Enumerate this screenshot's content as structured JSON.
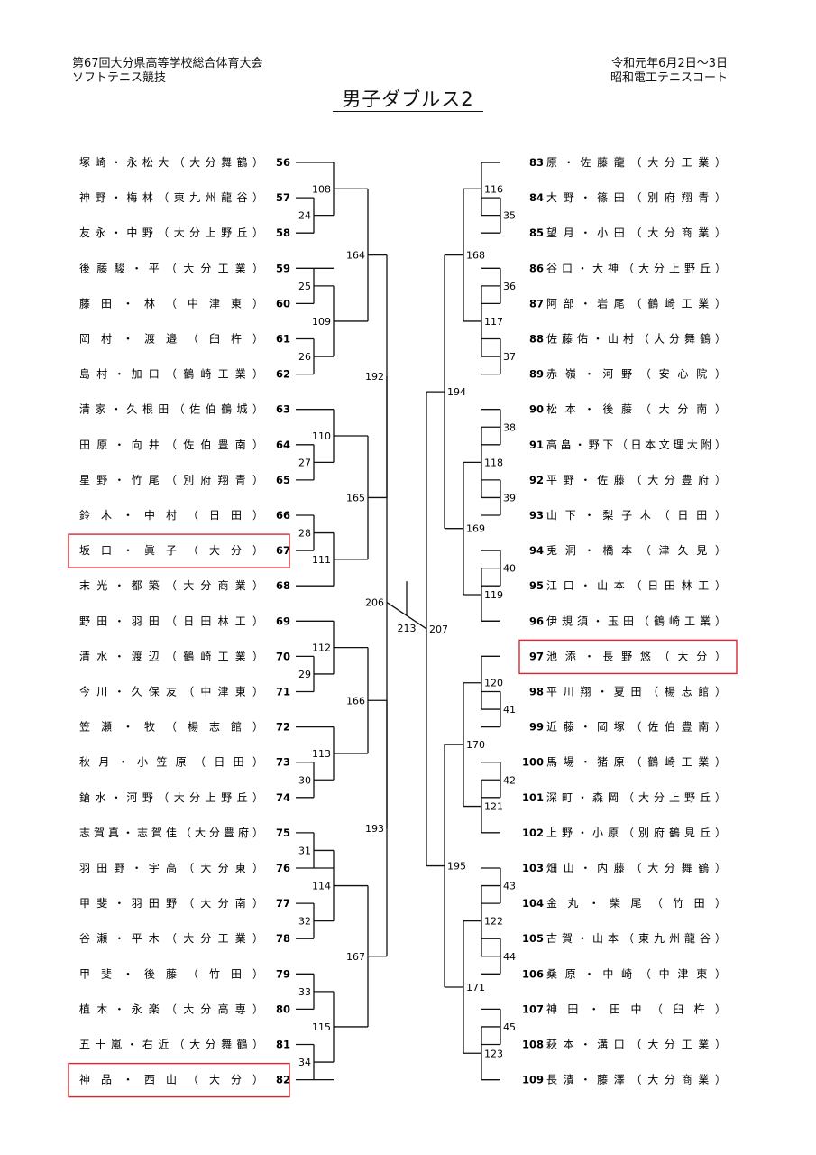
{
  "header": {
    "left_line1": "第67回大分県高等学校総合体育大会",
    "left_line2": "ソフトテニス競技",
    "right_line1": "令和元年6月2日～3日",
    "right_line2": "昭和電工テニスコート"
  },
  "title": "男子ダブルス2",
  "highlight_color": "#d9272e",
  "left_players": [
    {
      "num": "56",
      "pair": "塚崎・永松大",
      "school": "大分舞鶴"
    },
    {
      "num": "57",
      "pair": "神野・梅林",
      "school": "東九州龍谷"
    },
    {
      "num": "58",
      "pair": "友永・中野",
      "school": "大分上野丘"
    },
    {
      "num": "59",
      "pair": "後藤駿・平",
      "school": "大分工業"
    },
    {
      "num": "60",
      "pair": "藤田・林",
      "school": "中津東"
    },
    {
      "num": "61",
      "pair": "岡村・渡邉",
      "school": "臼杵"
    },
    {
      "num": "62",
      "pair": "島村・加口",
      "school": "鶴崎工業"
    },
    {
      "num": "63",
      "pair": "清家・久根田",
      "school": "佐伯鶴城"
    },
    {
      "num": "64",
      "pair": "田原・向井",
      "school": "佐伯豊南"
    },
    {
      "num": "65",
      "pair": "星野・竹尾",
      "school": "別府翔青"
    },
    {
      "num": "66",
      "pair": "鈴木・中村",
      "school": "日田"
    },
    {
      "num": "67",
      "pair": "坂口・眞子",
      "school": "大分",
      "highlight": true
    },
    {
      "num": "68",
      "pair": "末光・都築",
      "school": "大分商業"
    },
    {
      "num": "69",
      "pair": "野田・羽田",
      "school": "日田林工"
    },
    {
      "num": "70",
      "pair": "清水・渡辺",
      "school": "鶴崎工業"
    },
    {
      "num": "71",
      "pair": "今川・久保友",
      "school": "中津東"
    },
    {
      "num": "72",
      "pair": "笠瀬・牧",
      "school": "楊志館"
    },
    {
      "num": "73",
      "pair": "秋月・小笠原",
      "school": "日田"
    },
    {
      "num": "74",
      "pair": "鎗水・河野",
      "school": "大分上野丘"
    },
    {
      "num": "75",
      "pair": "志賀真・志賀佳",
      "school": "大分豊府"
    },
    {
      "num": "76",
      "pair": "羽田野・宇高",
      "school": "大分東"
    },
    {
      "num": "77",
      "pair": "甲斐・羽田野",
      "school": "大分南"
    },
    {
      "num": "78",
      "pair": "谷瀬・平木",
      "school": "大分工業"
    },
    {
      "num": "79",
      "pair": "甲斐・後藤",
      "school": "竹田"
    },
    {
      "num": "80",
      "pair": "植木・永楽",
      "school": "大分高専"
    },
    {
      "num": "81",
      "pair": "五十嵐・右近",
      "school": "大分舞鶴"
    },
    {
      "num": "82",
      "pair": "神品・西山",
      "school": "大分",
      "highlight": true
    }
  ],
  "right_players": [
    {
      "num": "83",
      "pair": "原・佐藤龍",
      "school": "大分工業"
    },
    {
      "num": "84",
      "pair": "大野・篠田",
      "school": "別府翔青"
    },
    {
      "num": "85",
      "pair": "望月・小田",
      "school": "大分商業"
    },
    {
      "num": "86",
      "pair": "谷口・大神",
      "school": "大分上野丘"
    },
    {
      "num": "87",
      "pair": "阿部・岩尾",
      "school": "鶴崎工業"
    },
    {
      "num": "88",
      "pair": "佐藤佑・山村",
      "school": "大分舞鶴"
    },
    {
      "num": "89",
      "pair": "赤嶺・河野",
      "school": "安心院"
    },
    {
      "num": "90",
      "pair": "松本・後藤",
      "school": "大分南"
    },
    {
      "num": "91",
      "pair": "高畠・野下",
      "school": "日本文理大附"
    },
    {
      "num": "92",
      "pair": "平野・佐藤",
      "school": "大分豊府"
    },
    {
      "num": "93",
      "pair": "山下・梨子木",
      "school": "日田"
    },
    {
      "num": "94",
      "pair": "兎洞・橋本",
      "school": "津久見"
    },
    {
      "num": "95",
      "pair": "江口・山本",
      "school": "日田林工"
    },
    {
      "num": "96",
      "pair": "伊規須・玉田",
      "school": "鶴崎工業"
    },
    {
      "num": "97",
      "pair": "池添・長野悠",
      "school": "大分",
      "highlight": true
    },
    {
      "num": "98",
      "pair": "平川翔・夏田",
      "school": "楊志館"
    },
    {
      "num": "99",
      "pair": "近藤・岡塚",
      "school": "佐伯豊南"
    },
    {
      "num": "100",
      "pair": "馬場・猪原",
      "school": "鶴崎工業"
    },
    {
      "num": "101",
      "pair": "深町・森岡",
      "school": "大分上野丘"
    },
    {
      "num": "102",
      "pair": "上野・小原",
      "school": "別府鶴見丘"
    },
    {
      "num": "103",
      "pair": "畑山・内藤",
      "school": "大分舞鶴"
    },
    {
      "num": "104",
      "pair": "金丸・柴尾",
      "school": "竹田"
    },
    {
      "num": "105",
      "pair": "古賀・山本",
      "school": "東九州龍谷"
    },
    {
      "num": "106",
      "pair": "桑原・中崎",
      "school": "中津東"
    },
    {
      "num": "107",
      "pair": "神田・田中",
      "school": "臼杵"
    },
    {
      "num": "108",
      "pair": "萩本・溝口",
      "school": "大分工業"
    },
    {
      "num": "109",
      "pair": "長濱・藤澤",
      "school": "大分商業"
    }
  ],
  "left_matches": {
    "r1": [
      "24",
      "25",
      "26",
      "27",
      "28",
      "29",
      "30",
      "31",
      "32",
      "33",
      "34"
    ],
    "r2": [
      "108",
      "109",
      "110",
      "111",
      "112",
      "113",
      "114",
      "115"
    ],
    "r3": [
      "164",
      "165",
      "166",
      "167"
    ],
    "r4": [
      "192",
      "193"
    ],
    "r5": "206"
  },
  "right_matches": {
    "r1": [
      "35",
      "36",
      "37",
      "38",
      "39",
      "40",
      "41",
      "42",
      "43",
      "44",
      "45"
    ],
    "r2": [
      "116",
      "117",
      "118",
      "119",
      "120",
      "121",
      "122",
      "123"
    ],
    "r3": [
      "168",
      "169",
      "170",
      "171"
    ],
    "r4": [
      "194",
      "195"
    ],
    "r5": "207"
  },
  "final": "213"
}
